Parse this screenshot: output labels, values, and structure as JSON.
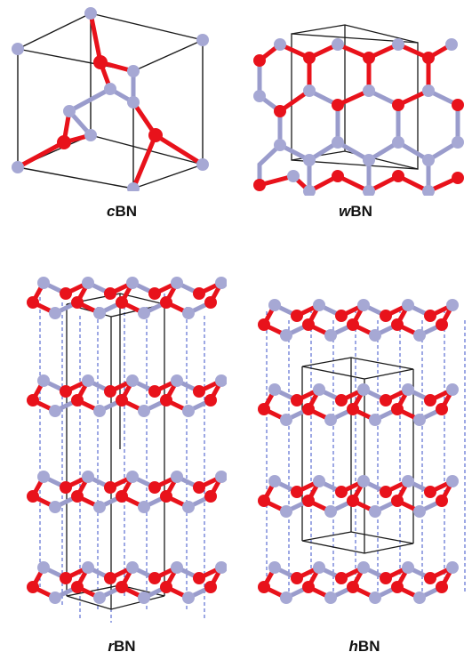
{
  "structures": [
    {
      "id": "cbn",
      "prefix": "c",
      "suffix": "BN"
    },
    {
      "id": "wbn",
      "prefix": "w",
      "suffix": "BN"
    },
    {
      "id": "rbn",
      "prefix": "r",
      "suffix": "BN"
    },
    {
      "id": "hbn",
      "prefix": "h",
      "suffix": "BN"
    }
  ],
  "colors": {
    "atom_red": "#e8121b",
    "atom_lavender": "#a6a8d4",
    "bond_red": "#e8121b",
    "bond_lavender": "#9a9ccc",
    "cell_line": "#1a1a1a",
    "interlayer_dash": "#3b50c8"
  }
}
